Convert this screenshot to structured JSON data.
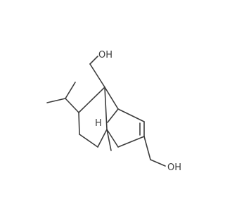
{
  "labels": {
    "oh_top": "OH",
    "oh_bottom": "OH",
    "h_bridgehead": "H"
  },
  "colors": {
    "bond": "#3c3c3c",
    "background": "#ffffff"
  }
}
